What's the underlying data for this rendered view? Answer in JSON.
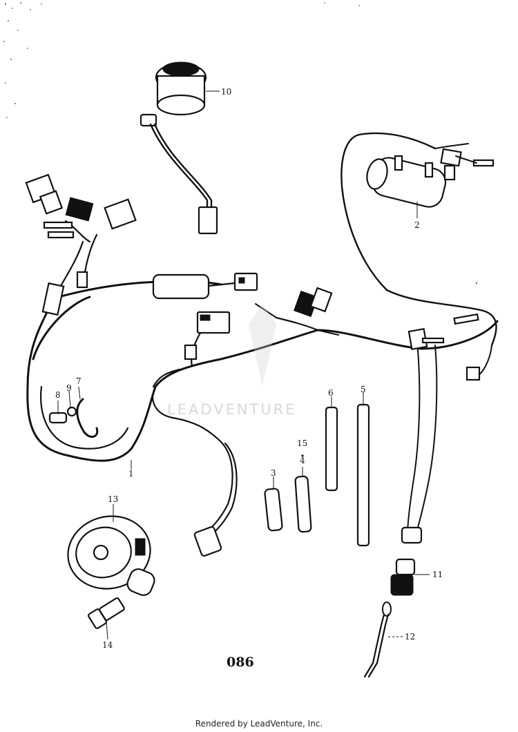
{
  "diagram": {
    "figure_number": "086",
    "watermark": "LEADVENTURE",
    "footer": "Rendered by LeadVenture, Inc.",
    "callouts": [
      {
        "id": "c1",
        "label": "1"
      },
      {
        "id": "c2",
        "label": "2"
      },
      {
        "id": "c3",
        "label": "3"
      },
      {
        "id": "c4",
        "label": "4"
      },
      {
        "id": "c15",
        "label": "15"
      },
      {
        "id": "c5",
        "label": "5"
      },
      {
        "id": "c6",
        "label": "6"
      },
      {
        "id": "c7",
        "label": "7"
      },
      {
        "id": "c8",
        "label": "8"
      },
      {
        "id": "c9",
        "label": "9"
      },
      {
        "id": "c10",
        "label": "10"
      },
      {
        "id": "c11",
        "label": "11"
      },
      {
        "id": "c12",
        "label": "12"
      },
      {
        "id": "c13",
        "label": "13"
      },
      {
        "id": "c14",
        "label": "14"
      }
    ]
  }
}
